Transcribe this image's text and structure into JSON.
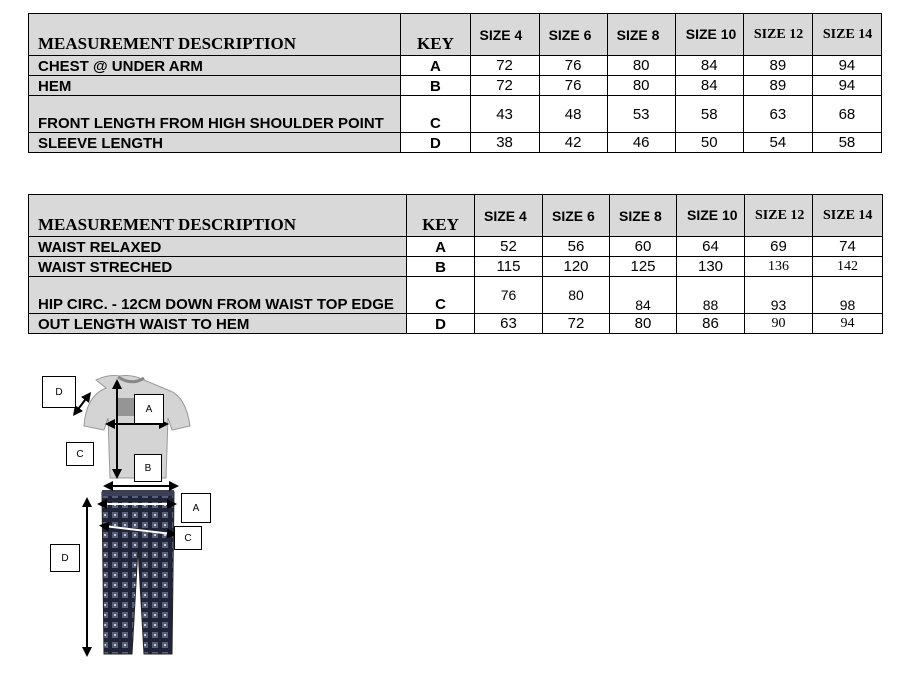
{
  "tables": [
    {
      "header": {
        "description": "MEASUREMENT DESCRIPTION",
        "key": "KEY",
        "sizes": [
          "SIZE 4",
          "SIZE 6",
          "SIZE 8",
          "SIZE 10",
          "SIZE 12",
          "SIZE 14"
        ]
      },
      "rows": [
        {
          "description": "CHEST @ UNDER ARM",
          "key": "A",
          "values": [
            "72",
            "76",
            "80",
            "84",
            "89",
            "94"
          ]
        },
        {
          "description": "HEM",
          "key": "B",
          "values": [
            "72",
            "76",
            "80",
            "84",
            "89",
            "94"
          ]
        },
        {
          "description": "FRONT LENGTH FROM HIGH SHOULDER POINT",
          "key": "C",
          "values": [
            "43",
            "48",
            "53",
            "58",
            "63",
            "68"
          ]
        },
        {
          "description": "SLEEVE LENGTH",
          "key": "D",
          "values": [
            "38",
            "42",
            "46",
            "50",
            "54",
            "58"
          ]
        }
      ]
    },
    {
      "header": {
        "description": "MEASUREMENT DESCRIPTION",
        "key": "KEY",
        "sizes": [
          "SIZE 4",
          "SIZE 6",
          "SIZE 8",
          "SIZE 10",
          "SIZE 12",
          "SIZE 14"
        ]
      },
      "rows": [
        {
          "description": "WAIST RELAXED",
          "key": "A",
          "values": [
            "52",
            "56",
            "60",
            "64",
            "69",
            "74"
          ]
        },
        {
          "description": "WAIST STRECHED",
          "key": "B",
          "values": [
            "115",
            "120",
            "125",
            "130",
            "136",
            "142"
          ]
        },
        {
          "description": "HIP CIRC. - 12CM DOWN FROM WAIST TOP EDGE",
          "key": "C",
          "values": [
            "76",
            "80",
            "84",
            "88",
            "93",
            "98"
          ]
        },
        {
          "description": "OUT LENGTH WAIST TO HEM",
          "key": "D",
          "values": [
            "63",
            "72",
            "80",
            "86",
            "90",
            "94"
          ]
        }
      ]
    }
  ],
  "diagram": {
    "top_labels": [
      "D",
      "A",
      "C",
      "B"
    ],
    "bottom_labels": [
      "A",
      "C",
      "D"
    ]
  },
  "colors": {
    "header_fill": "#d9d9d9",
    "tee_grey": "#d4d4d4",
    "plaid_navy": "#2a2f45"
  }
}
